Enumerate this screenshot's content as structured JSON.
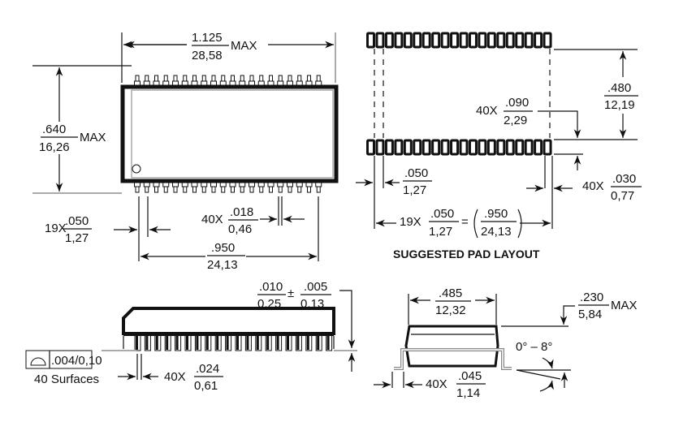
{
  "top_view": {
    "length": {
      "in": "1.125",
      "mm": "28,58",
      "suffix": "MAX"
    },
    "width": {
      "in": ".640",
      "mm": "16,26",
      "suffix": "MAX"
    },
    "pitch": {
      "count": "19X",
      "in": ".050",
      "mm": "1,27"
    },
    "lead_width": {
      "count": "40X",
      "in": ".018",
      "mm": "0,46"
    },
    "span": {
      "in": ".950",
      "mm": "24,13"
    }
  },
  "pad_layout": {
    "title": "SUGGESTED PAD LAYOUT",
    "row_spacing": {
      "in": ".480",
      "mm": "12,19"
    },
    "pad_length": {
      "count": "40X",
      "in": ".090",
      "mm": "2,29"
    },
    "pad_pitch": {
      "in": ".050",
      "mm": "1,27"
    },
    "pad_width": {
      "count": "40X",
      "in": ".030",
      "mm": "0,77"
    },
    "span": {
      "count": "19X",
      "in": ".050",
      "mm": "1,27",
      "eq": "=",
      "total_in": ".950",
      "total_mm": "24,13"
    }
  },
  "side_view": {
    "standoff": {
      "in": ".010",
      "mm": "0,25",
      "pm": "±",
      "tol_in": ".005",
      "tol_mm": "0,13"
    },
    "coplanarity": {
      "value": ".004/0,10",
      "note": "40 Surfaces"
    },
    "lead_width": {
      "count": "40X",
      "in": ".024",
      "mm": "0,61"
    }
  },
  "end_view": {
    "body_width": {
      "in": ".485",
      "mm": "12,32"
    },
    "height": {
      "in": ".230",
      "mm": "5,84",
      "suffix": "MAX"
    },
    "angle": "0° – 8°",
    "foot": {
      "count": "40X",
      "in": ".045",
      "mm": "1,14"
    }
  }
}
